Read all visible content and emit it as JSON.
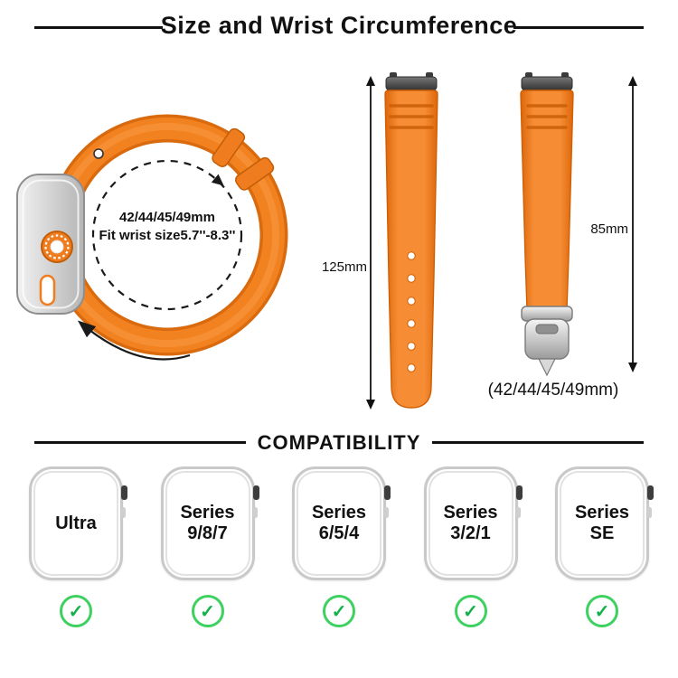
{
  "header": {
    "title": "Size and Wrist Circumference"
  },
  "size_diagram": {
    "fit_line1": "42/44/45/49mm",
    "fit_line2": "Fit wrist size5.7''-8.3''",
    "long_strap_length": "125mm",
    "short_strap_length": "85mm",
    "size_note": "(42/44/45/49mm)"
  },
  "compatibility": {
    "title": "COMPATIBILITY",
    "check_glyph": "✓",
    "models": [
      {
        "line1": "Ultra",
        "line2": ""
      },
      {
        "line1": "Series",
        "line2": "9/8/7"
      },
      {
        "line1": "Series",
        "line2": "6/5/4"
      },
      {
        "line1": "Series",
        "line2": "3/2/1"
      },
      {
        "line1": "Series",
        "line2": "SE"
      }
    ]
  },
  "colors": {
    "band_orange": "#f2811f",
    "check_green": "#12b24a",
    "rule_black": "#111111"
  }
}
